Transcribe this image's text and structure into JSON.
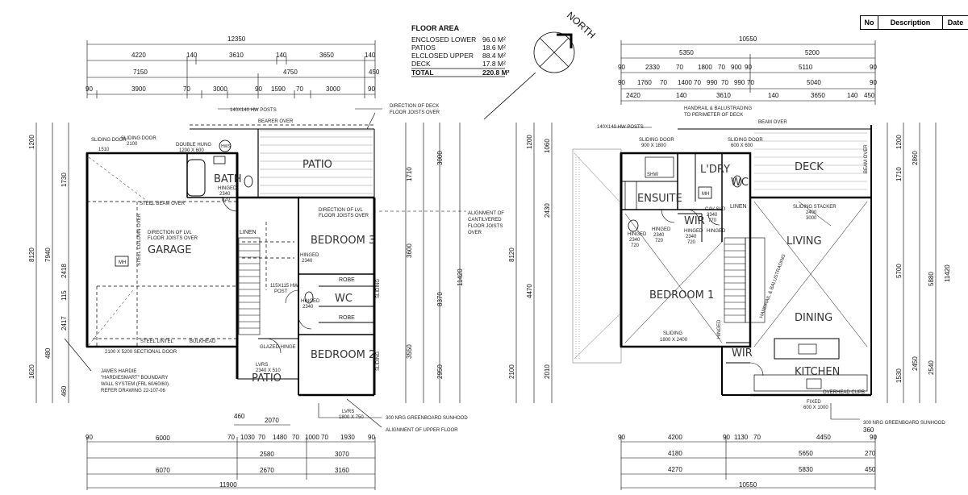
{
  "floor_area": {
    "title": "FLOOR AREA",
    "rows": [
      {
        "label": "ENCLOSED LOWER",
        "value": "96.0 M²"
      },
      {
        "label": "PATIOS",
        "value": "18.6 M²"
      },
      {
        "label": "ELCLOSED UPPER",
        "value": "88.4 M²"
      },
      {
        "label": "DECK",
        "value": "17.8 M²"
      },
      {
        "label": "TOTAL",
        "value": "220.8 M²"
      }
    ]
  },
  "north_label": "NORTH",
  "revision_table": {
    "no": "No",
    "description": "Description",
    "date": "Date"
  },
  "lower": {
    "rooms": {
      "garage": "GARAGE",
      "bath": "BATH",
      "patio_top": "PATIO",
      "bedroom3": "BEDROOM 3",
      "wc": "WC",
      "bedroom2": "BEDROOM 2",
      "patio_bottom": "PATIO",
      "linen": "LINEN",
      "robe1": "ROBE",
      "robe2": "ROBE"
    },
    "notes": {
      "hw_posts": "140X140 HW POSTS",
      "deck_dir": "DIRECTION OF DECK",
      "deck_dir2": "FLOOR JOISTS OVER",
      "bearer": "BEARER OVER",
      "sliding_door_2100": "SLIDING DOOR",
      "sliding_door_2100b": "2100",
      "sliding_door_1510": "SLIDING DOOR",
      "sliding_door_1510b": "1510",
      "double_hung": "DOUBLE HUNG",
      "double_hung_b": "1200 X 600",
      "hws": "HWS",
      "steel_beam": "STEEL BEAM OVER",
      "lvl_dir": "DIRECTION OF LVL",
      "lvl_dir2": "FLOOR JOISTS OVER",
      "lvl_dir_b": "DIRECTION OF LVL",
      "lvl_dir_b2": "FLOOR JOISTS OVER",
      "steel_lintel": "STEEL LINTEL",
      "bulkhead": "BULKHEAD",
      "sectional_door": "2100 X 5200 SECTIONAL DOOR",
      "james_hardie": "JAMES HARDIE",
      "james_hardie2": "\"HARDIESMART\" BOUNDARY",
      "james_hardie3": "WALL SYSTEM (FRL 60/60/60).",
      "james_hardie4": "REFER DRAWING 22-107-06",
      "sunhood": "300 NRG GREENBOARD SUNHOOD",
      "upper_alignment": "ALIGNMENT OF UPPER FLOOR",
      "cantilever": "ALIGNMENT OF",
      "cantilever2": "CANTILVERED",
      "cantilever3": "FLOOR JOISTS",
      "cantilever4": "OVER",
      "hw_post": "115X115 HW",
      "hw_post2": "POST",
      "glazed_hinge": "GLAZED HINGE",
      "lvrs": "LVRS",
      "lvrs_b": "2340 X 510",
      "lvrs2": "LVRS",
      "lvrs2_b": "1800 X 750",
      "mh": "MH",
      "steel_column": "STEEL COLUMN OVER"
    },
    "dims_top": [
      {
        "t": "12350"
      },
      {
        "t": "4220"
      },
      {
        "t": "140"
      },
      {
        "t": "3610"
      },
      {
        "t": "140"
      },
      {
        "t": "3650"
      },
      {
        "t": "140"
      },
      {
        "t": "7150"
      },
      {
        "t": "4750"
      },
      {
        "t": "450"
      },
      {
        "t": "90"
      },
      {
        "t": "3900"
      },
      {
        "t": "70"
      },
      {
        "t": "3000"
      },
      {
        "t": "90"
      },
      {
        "t": "1590"
      },
      {
        "t": "70"
      },
      {
        "t": "3000"
      },
      {
        "t": "90"
      }
    ],
    "dims_bottom": [
      {
        "t": "460"
      },
      {
        "t": "2070"
      },
      {
        "t": "90"
      },
      {
        "t": "70"
      },
      {
        "t": "1030"
      },
      {
        "t": "70"
      },
      {
        "t": "1480"
      },
      {
        "t": "70"
      },
      {
        "t": "1000"
      },
      {
        "t": "70"
      },
      {
        "t": "1930"
      },
      {
        "t": "90"
      },
      {
        "t": "6000"
      },
      {
        "t": "2580"
      },
      {
        "t": "3070"
      },
      {
        "t": "6070"
      },
      {
        "t": "2670"
      },
      {
        "t": "3160"
      },
      {
        "t": "11900"
      }
    ],
    "dims_left": [
      {
        "t": "1200"
      },
      {
        "t": "1730"
      },
      {
        "t": "7940"
      },
      {
        "t": "8120"
      },
      {
        "t": "2418"
      },
      {
        "t": "2417"
      },
      {
        "t": "1620"
      },
      {
        "t": "115"
      },
      {
        "t": "480"
      },
      {
        "t": "460"
      }
    ],
    "dims_right": [
      {
        "t": "3000"
      },
      {
        "t": "1710"
      },
      {
        "t": "3600"
      },
      {
        "t": "8370"
      },
      {
        "t": "11420"
      },
      {
        "t": "3550"
      },
      {
        "t": "2950"
      }
    ],
    "door_tags": [
      {
        "t": "HINGED"
      },
      {
        "t": "2340"
      },
      {
        "t": "820"
      },
      {
        "t": "HINGED"
      },
      {
        "t": "2340"
      },
      {
        "t": "HINGED"
      },
      {
        "t": "2340"
      },
      {
        "t": "SLIDING"
      },
      {
        "t": "SLIDING"
      }
    ]
  },
  "upper": {
    "rooms": {
      "ensuite": "ENSUITE",
      "dry": "L'DRY",
      "wc": "WC",
      "deck": "DECK",
      "living": "LIVING",
      "wir_top": "WIR",
      "bedroom1": "BEDROOM 1",
      "dining": "DINING",
      "kitchen": "KITCHEN",
      "wir_bottom": "WIR",
      "linen": "LINEN"
    },
    "notes": {
      "hw_posts": "140X140 HW POSTS",
      "handrail": "HANDRAIL & BALUSTRADING",
      "handrail2": "TO PERIMETER OF DECK",
      "beam": "BEAM OVER",
      "sliding_door": "SLIDING DOOR",
      "sliding_door_b": "900 X 1800",
      "sliding_2": "SLIDING DOOR",
      "sliding_2b": "600 X 600",
      "sliding_stacker": "SLIDING STACKER",
      "sliding_stacker_b": "2400",
      "sliding_stacker_c": "3000",
      "shw": "SHW",
      "mh": "MH",
      "stair_handrail": "HANDRAIL & BALUSTRADING",
      "sliding_bed": "SLIDING",
      "sliding_bed_b": "1800 X 2400",
      "overhead": "OVERHEAD CUPB",
      "fixed": "FIXED",
      "fixed_b": "600 X 1000",
      "sunhood": "300 NRG GREENBOARD SUNHOOD",
      "beam_over": "BEAM OVER"
    },
    "dims_top": [
      {
        "t": "10550"
      },
      {
        "t": "5350"
      },
      {
        "t": "5200"
      },
      {
        "t": "90"
      },
      {
        "t": "2330"
      },
      {
        "t": "70"
      },
      {
        "t": "1800"
      },
      {
        "t": "70"
      },
      {
        "t": "900"
      },
      {
        "t": "90"
      },
      {
        "t": "5110"
      },
      {
        "t": "90"
      },
      {
        "t": "90"
      },
      {
        "t": "1760"
      },
      {
        "t": "70"
      },
      {
        "t": "1400"
      },
      {
        "t": "70"
      },
      {
        "t": "990"
      },
      {
        "t": "70"
      },
      {
        "t": "990"
      },
      {
        "t": "70"
      },
      {
        "t": "5040"
      },
      {
        "t": "90"
      },
      {
        "t": "2420"
      },
      {
        "t": "140"
      },
      {
        "t": "3610"
      },
      {
        "t": "140"
      },
      {
        "t": "3650"
      },
      {
        "t": "140"
      },
      {
        "t": "450"
      }
    ],
    "dims_bottom": [
      {
        "t": "360"
      },
      {
        "t": "90"
      },
      {
        "t": "4200"
      },
      {
        "t": "90"
      },
      {
        "t": "1130"
      },
      {
        "t": "70"
      },
      {
        "t": "4450"
      },
      {
        "t": "90"
      },
      {
        "t": "4180"
      },
      {
        "t": "5650"
      },
      {
        "t": "270"
      },
      {
        "t": "4270"
      },
      {
        "t": "5830"
      },
      {
        "t": "450"
      },
      {
        "t": "10550"
      }
    ],
    "dims_left": [
      {
        "t": "1200"
      },
      {
        "t": "1060"
      },
      {
        "t": "2430"
      },
      {
        "t": "8120"
      },
      {
        "t": "4470"
      },
      {
        "t": "2010"
      },
      {
        "t": "2100"
      }
    ],
    "dims_right": [
      {
        "t": "1200"
      },
      {
        "t": "2860"
      },
      {
        "t": "1710"
      },
      {
        "t": "5700"
      },
      {
        "t": "11420"
      },
      {
        "t": "5880"
      },
      {
        "t": "2450"
      },
      {
        "t": "2540"
      },
      {
        "t": "1530"
      }
    ],
    "door_tags": [
      {
        "t": "HINGED"
      },
      {
        "t": "2340"
      },
      {
        "t": "720"
      },
      {
        "t": "HINGED"
      },
      {
        "t": "2340"
      },
      {
        "t": "720"
      },
      {
        "t": "HINGED"
      },
      {
        "t": "2340"
      },
      {
        "t": "720"
      },
      {
        "t": "CAV SLD"
      },
      {
        "t": "2340"
      },
      {
        "t": "770"
      },
      {
        "t": "HINGED"
      },
      {
        "t": "HINGED"
      }
    ]
  }
}
